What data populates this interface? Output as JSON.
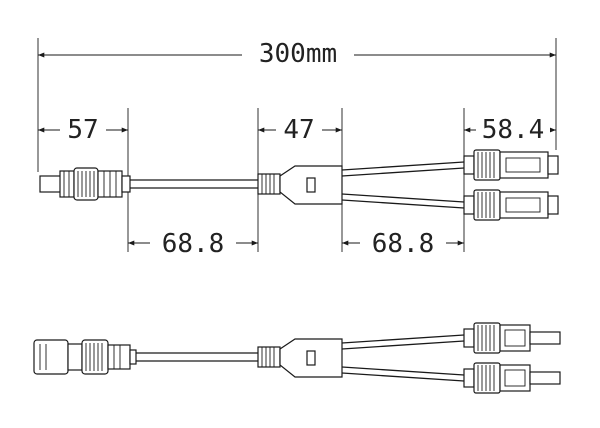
{
  "dimensions": {
    "total": "300mm",
    "left_connector": "57",
    "branch_body": "47",
    "right_connector": "58.4",
    "cable_left": "68.8",
    "cable_right": "68.8"
  }
}
